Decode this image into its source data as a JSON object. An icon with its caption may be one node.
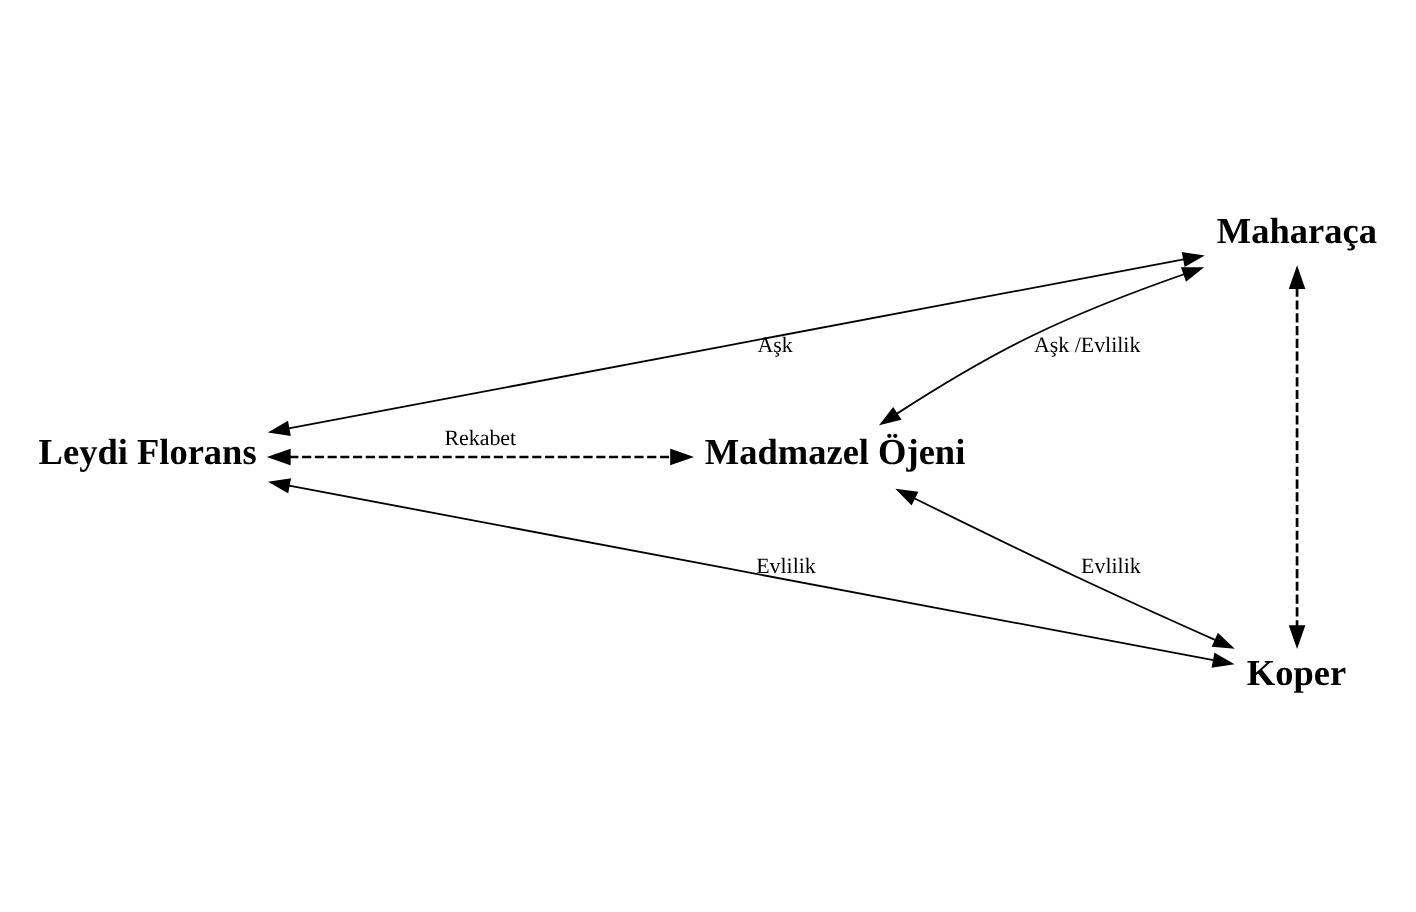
{
  "diagram": {
    "nodes": [
      {
        "text": [
          "Maharaça"
        ]
      },
      {
        "text": [
          "Leydi Florans"
        ]
      },
      {
        "text": [
          "Madmazel Öjeni"
        ]
      },
      {
        "text": [
          "Koper"
        ]
      }
    ],
    "edges": [
      {
        "from": 0,
        "to": 1,
        "arrow": "both",
        "label": "Aşk"
      },
      {
        "from": 0,
        "to": 2,
        "arrow": "both",
        "label": "Aşk /Evlilik"
      },
      {
        "from": 1,
        "to": 2,
        "arrow": "both",
        "style": "dashed",
        "label": "Rekabet"
      },
      {
        "from": 0,
        "to": 3,
        "arrow": "both",
        "style": "dashed"
      },
      {
        "from": 1,
        "to": 3,
        "arrow": "both",
        "label": "Evlilik"
      },
      {
        "from": 2,
        "to": 3,
        "arrow": "both",
        "label": "Evlilik"
      }
    ]
  }
}
